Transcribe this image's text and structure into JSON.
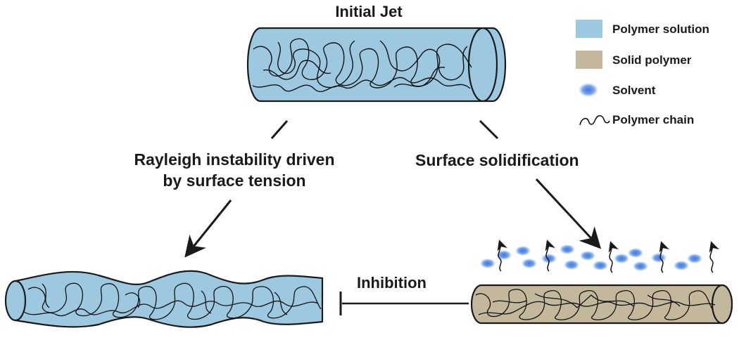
{
  "labels": {
    "initial_jet": "Initial Jet",
    "rayleigh_line1": "Rayleigh instability driven",
    "rayleigh_line2": "by surface tension",
    "surface_solidification": "Surface solidification",
    "inhibition": "Inhibition"
  },
  "legend": [
    {
      "label": "Polymer solution",
      "swatch": "fill",
      "color": "#9dc9e0"
    },
    {
      "label": "Solid polymer",
      "swatch": "fill",
      "color": "#c4b89c"
    },
    {
      "label": "Solvent",
      "swatch": "dot",
      "color": "#5a8fe0"
    },
    {
      "label": "Polymer chain",
      "swatch": "squiggle",
      "color": "#111111"
    }
  ],
  "colors": {
    "polymer_solution": "#9dc9e0",
    "solid_polymer": "#c4b89c",
    "solvent": "#5a8fe0",
    "outline": "#1a1a1a"
  }
}
